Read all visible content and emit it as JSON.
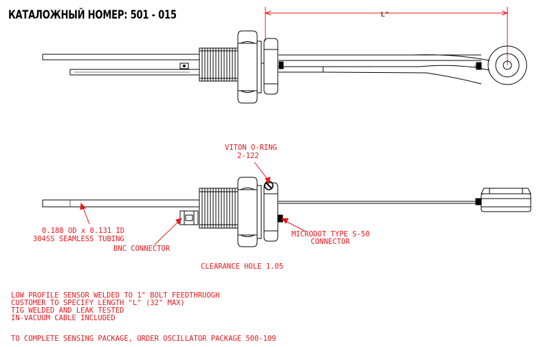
{
  "title": "КАТАЛОЖНЫЙ НОМЕР: 501 - 015",
  "dimension_label": "L\"",
  "callouts": {
    "viton_line1": "VITON O-RING",
    "viton_line2": "2-122",
    "tubing_line1": "0.188 OD x 0.131 ID",
    "tubing_line2": "304SS SEAMLESS TUBING",
    "bnc": "BNC CONNECTOR",
    "microdot_line1": "MICRODOT TYPE S-50",
    "microdot_line2": "CONNECTOR",
    "clearance": "CLEARANCE HOLE 1.05"
  },
  "notes": [
    "LOW PROFILE SENSOR WELDED TO 1\" BOLT FEEDTHRUOGH",
    "CUSTOMER TO SPECIFY LENGTH \"L\" (32\" MAX)",
    "TIG WELDED AND LEAK TESTED",
    "IN-VACUUM CABLE INCLUDED"
  ],
  "footer": "TO COMPLETE SENSING PACKAGE, ORDER OSCILLATOR PACKAGE 500-109",
  "colors": {
    "line": "#000000",
    "annotation": "#e8161b",
    "background": "#ffffff"
  }
}
